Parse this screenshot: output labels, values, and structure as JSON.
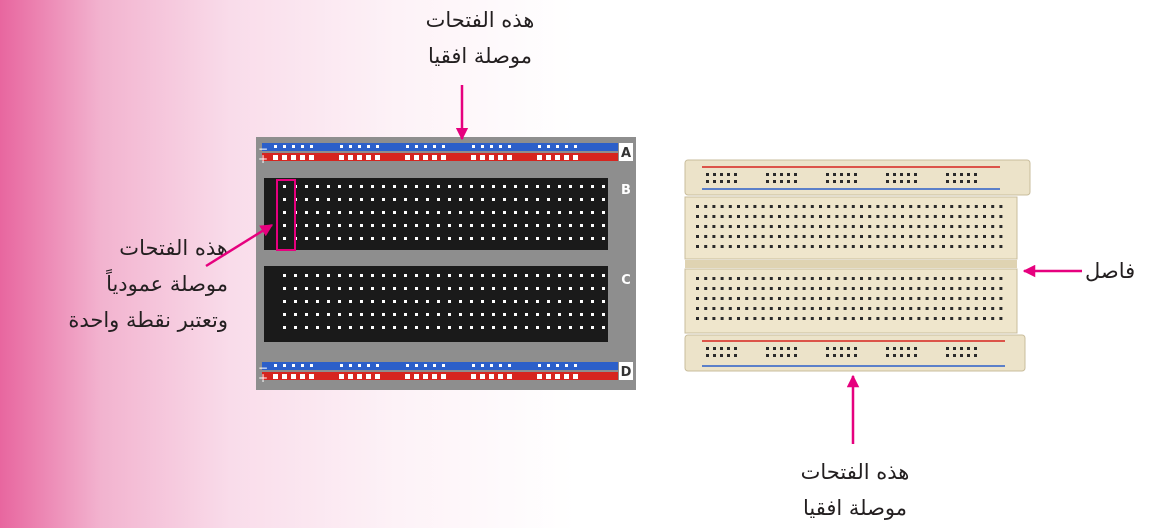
{
  "labels": {
    "top": [
      "هذه الفتحات",
      "موصلة افقيا"
    ],
    "left": [
      "هذه الفتحات",
      "موصلة عمودياً",
      "وتعتبر نقطة واحدة"
    ],
    "bottom": [
      "هذه الفتحات",
      "موصلة افقيا"
    ],
    "separator": "فاصل"
  },
  "schematic": {
    "section_letters": [
      "A",
      "B",
      "C",
      "D"
    ],
    "rail_minus": "−",
    "rail_plus": "+"
  },
  "colors": {
    "accent_arrow": "#e6007e",
    "rail_blue": "#2c5fc9",
    "rail_red": "#d6251f",
    "board_dark": "#1a1a1a",
    "board_gray": "#8e8e8e"
  }
}
